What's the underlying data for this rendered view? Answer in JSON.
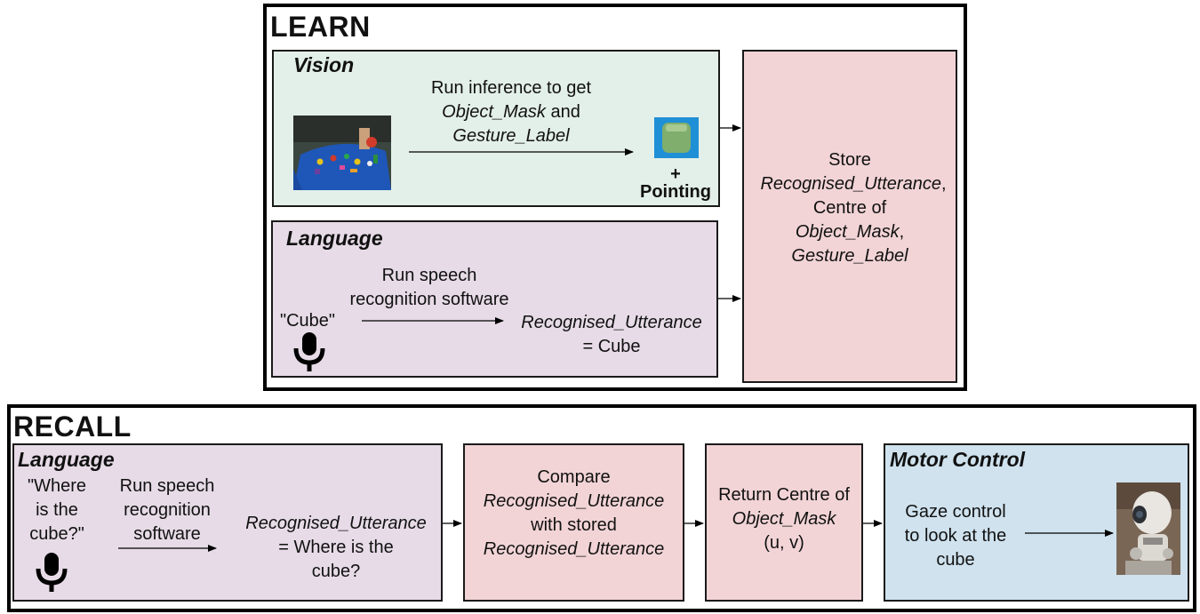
{
  "learn": {
    "title": "LEARN",
    "vision": {
      "title": "Vision",
      "step_line1": "Run inference to get",
      "step_line2": "Object_Mask",
      "step_line2b": " and",
      "step_line3": "Gesture_Label",
      "plus": "+",
      "pointing": "Pointing"
    },
    "language": {
      "title": "Language",
      "quote": "\"Cube\"",
      "step_line1": "Run speech",
      "step_line2": "recognition software",
      "result_line1": "Recognised_Utterance",
      "result_line2": "= Cube"
    },
    "store": {
      "line1": "Store",
      "line2": "Recognised_Utterance",
      "line2b": ",",
      "line3": "Centre of",
      "line4": "Object_Mask",
      "line4b": ",",
      "line5": "Gesture_Label"
    }
  },
  "recall": {
    "title": "RECALL",
    "language": {
      "title": "Language",
      "quote_line1": "\"Where",
      "quote_line2": "is the",
      "quote_line3": "cube?\"",
      "step_line1": "Run speech",
      "step_line2": "recognition",
      "step_line3": "software",
      "result_line1": "Recognised_Utterance",
      "result_line2": "=  Where is the",
      "result_line3": "cube?"
    },
    "compare": {
      "line1": "Compare",
      "line2": "Recognised_Utterance",
      "line3": "with stored",
      "line4": "Recognised_Utterance"
    },
    "return": {
      "line1": "Return Centre of",
      "line2": "Object_Mask",
      "line3": "(u, v)"
    },
    "motor": {
      "title": "Motor Control",
      "line1": "Gaze control",
      "line2": "to look at the",
      "line3": "cube"
    }
  },
  "icons": {
    "scene_photo": "tabletop-scene-image",
    "mask_thumb": "object-mask-image",
    "microphone": "microphone-icon",
    "robot_photo": "robot-photo-image"
  },
  "colors": {
    "vision_panel": "#e3efe9",
    "language_panel": "#e6dbe6",
    "process_panel": "#f2d4d6",
    "motor_panel": "#cfe2ee"
  }
}
